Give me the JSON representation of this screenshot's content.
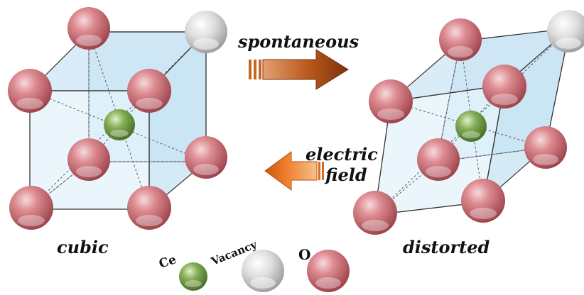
{
  "labels": {
    "spontaneous": "spontaneous",
    "electric": "electric",
    "field": "field",
    "cubic": "cubic",
    "distorted": "distorted"
  },
  "legend": {
    "ce": "Ce",
    "vacancy": "Vacancy",
    "o": "O"
  },
  "colors": {
    "oxygen": "#c96b72",
    "cerium": "#6f9a44",
    "vacancy": "#d6d6d6",
    "cell_face": "#cfe8f6",
    "arrow_forward": "#b8561a",
    "arrow_back": "#e8731f"
  }
}
